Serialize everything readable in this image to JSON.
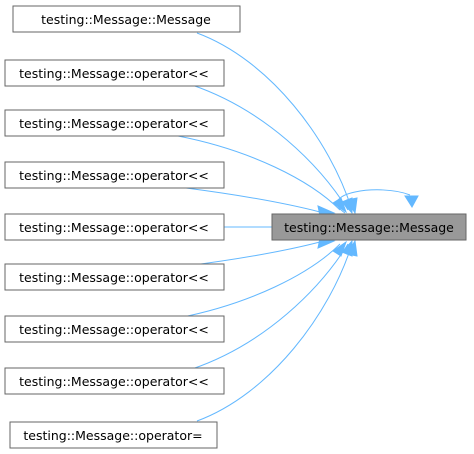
{
  "graph": {
    "target": {
      "label": "testing::Message::Message",
      "fill": "#999999"
    },
    "callers": [
      {
        "label": "testing::Message::Message"
      },
      {
        "label": "testing::Message::operator<<"
      },
      {
        "label": "testing::Message::operator<<"
      },
      {
        "label": "testing::Message::operator<<"
      },
      {
        "label": "testing::Message::operator<<"
      },
      {
        "label": "testing::Message::operator<<"
      },
      {
        "label": "testing::Message::operator<<"
      },
      {
        "label": "testing::Message::operator<<"
      },
      {
        "label": "testing::Message::operator="
      }
    ],
    "edge_color": "#63b8ff",
    "border_color": "#666666"
  }
}
